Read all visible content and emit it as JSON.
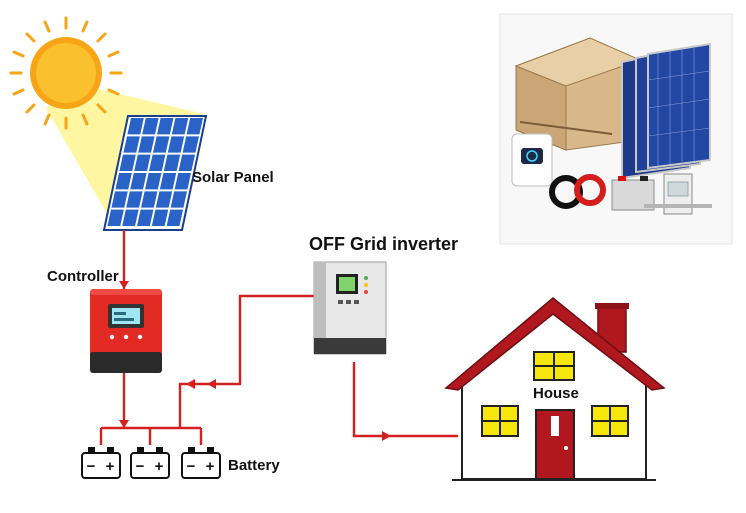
{
  "labels": {
    "solar_panel": "Solar Panel",
    "controller": "Controller",
    "inverter": "OFF Grid inverter",
    "house": "House",
    "battery": "Battery"
  },
  "battery_terminals": {
    "negative": "−",
    "positive": "+"
  },
  "icons": {
    "sun": "sun-icon",
    "panel": "solar-panel-icon",
    "controller": "charge-controller-icon",
    "inverter": "inverter-icon",
    "battery": "battery-icon",
    "house": "house-icon",
    "photo": "product-kit-photo"
  },
  "colors": {
    "wire": "#d42020",
    "sun": "#f7a516",
    "sunbeam": "#fff59d",
    "panel": "#2a63c8",
    "controller": "#e22a24",
    "house_roof": "#b0171f",
    "window": "#f5e60c"
  }
}
